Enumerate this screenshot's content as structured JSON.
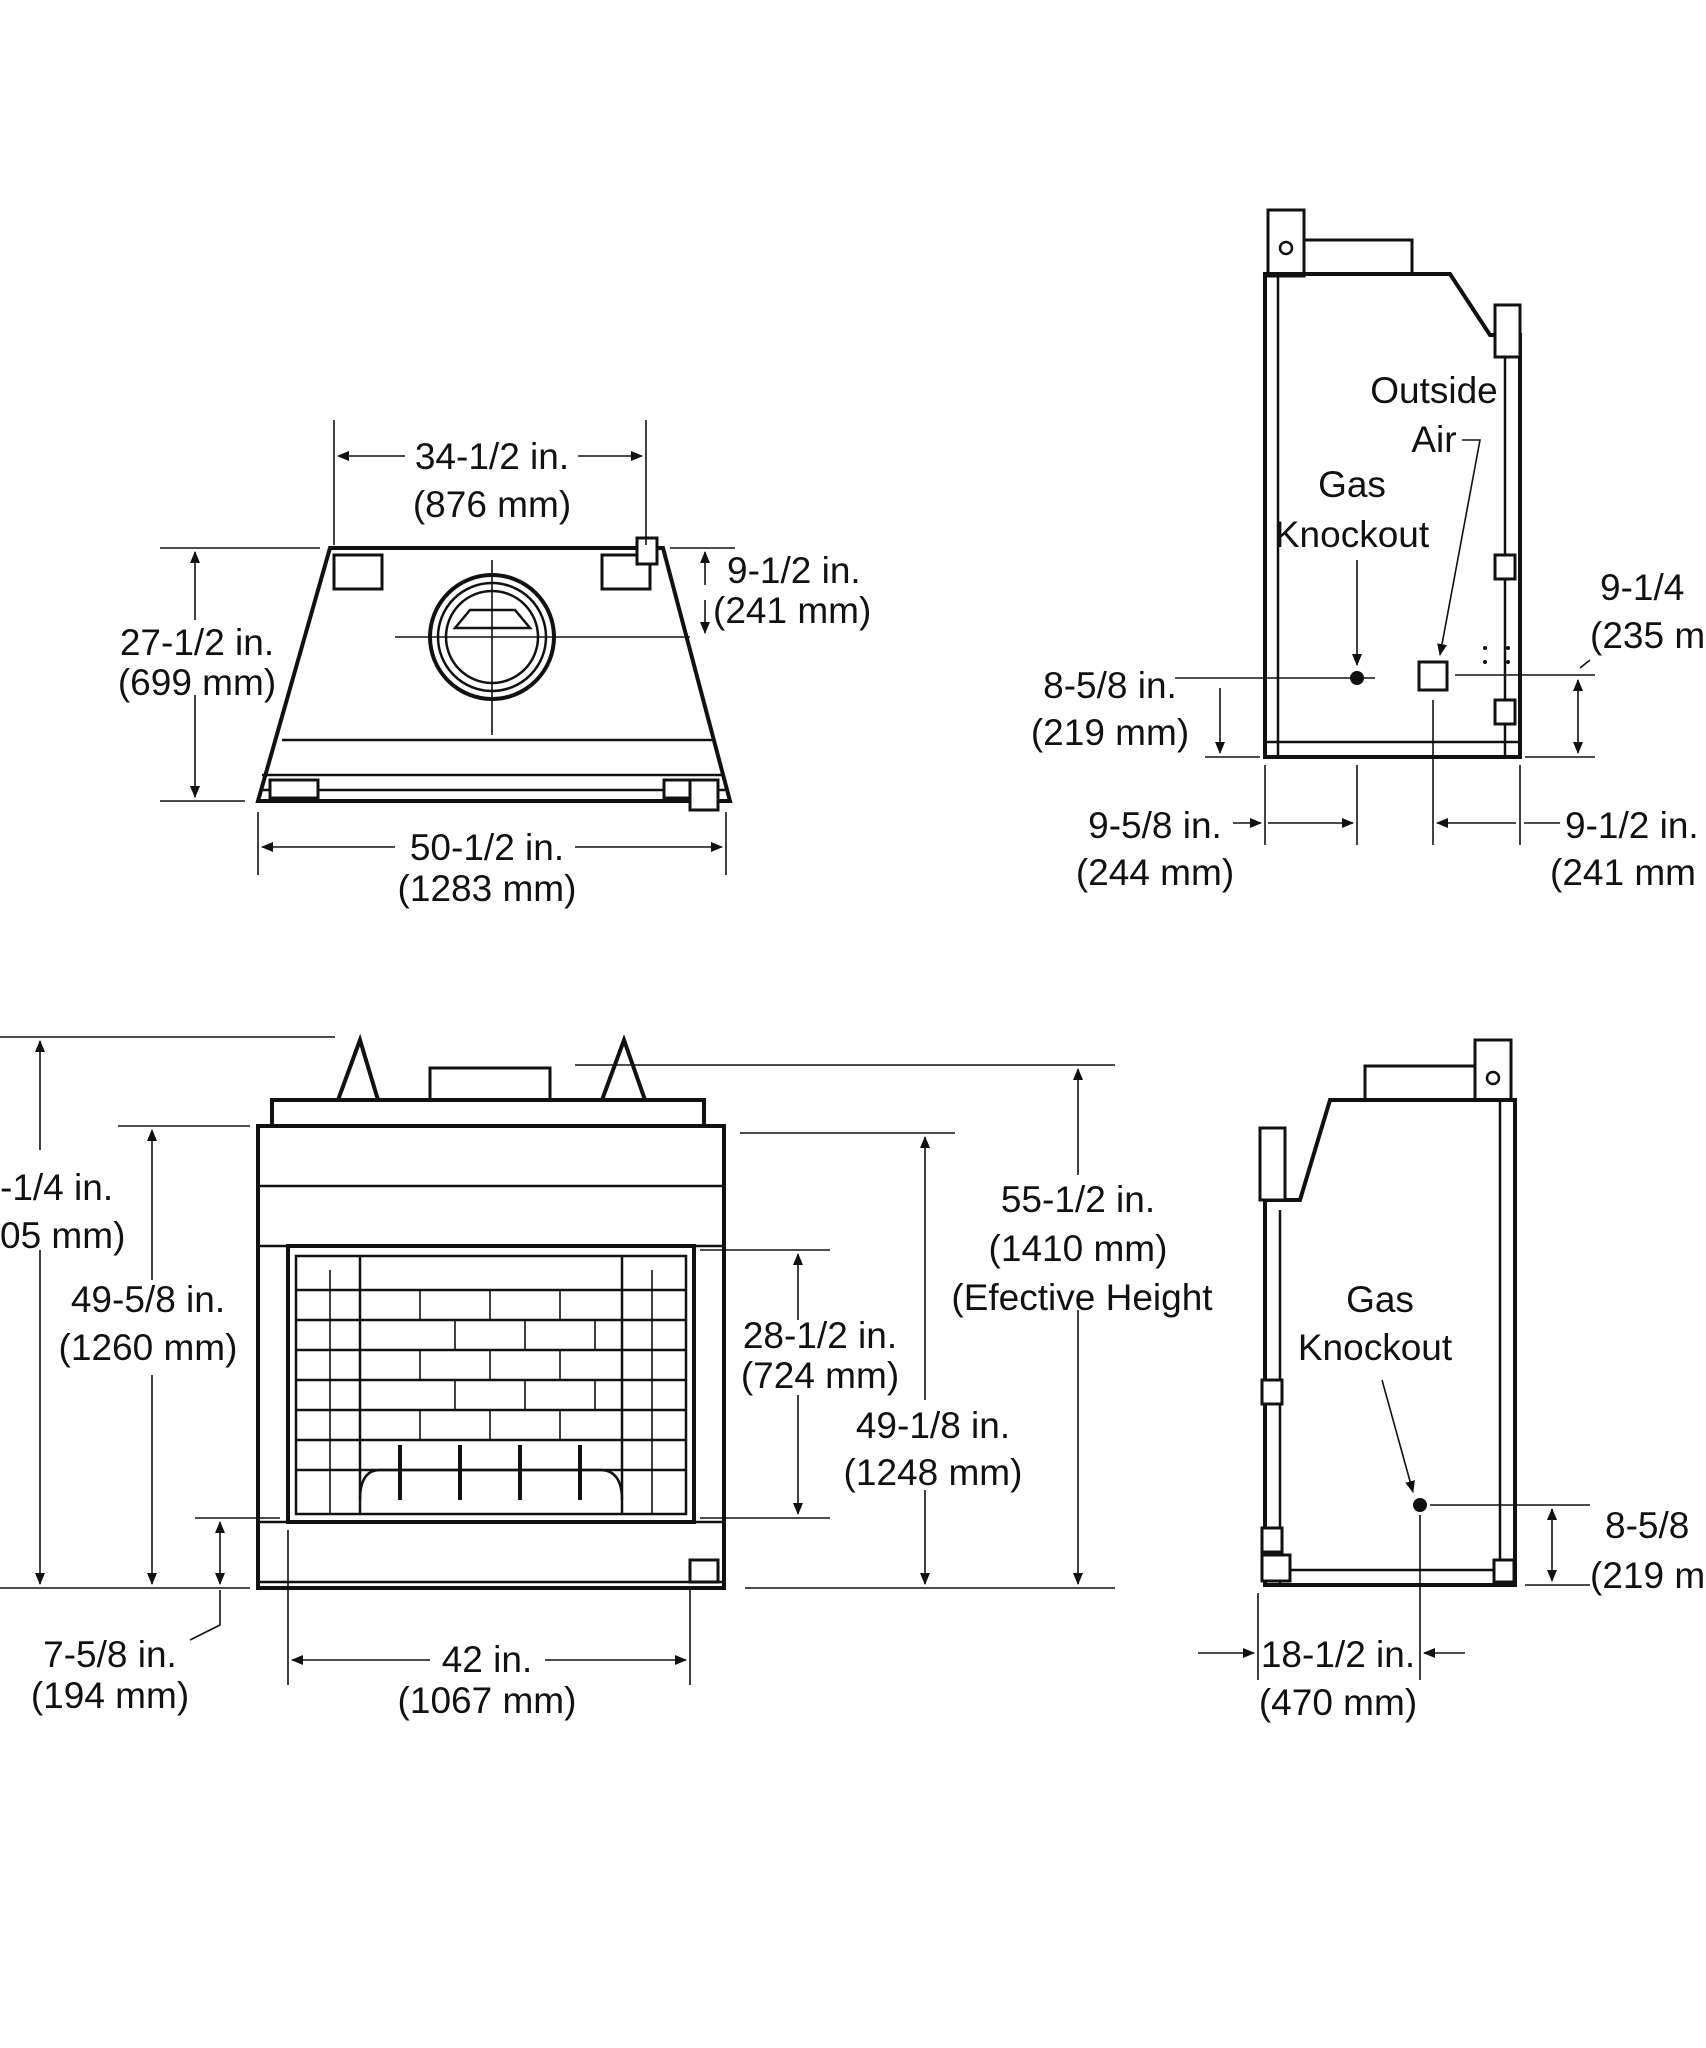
{
  "top_view": {
    "width_top": {
      "imperial": "34-1/2 in.",
      "metric": "(876 mm)"
    },
    "depth": {
      "imperial": "27-1/2 in.",
      "metric": "(699 mm)"
    },
    "flue_offset": {
      "imperial": "9-1/2 in.",
      "metric": "(241 mm)"
    },
    "width_bottom": {
      "imperial": "50-1/2 in.",
      "metric": "(1283 mm)"
    }
  },
  "right_side_view": {
    "outside_air_label_1": "Outside",
    "outside_air_label_2": "Air",
    "gas_label_1": "Gas",
    "gas_label_2": "Knockout",
    "gas_height": {
      "imperial": "8-5/8 in.",
      "metric": "(219 mm)"
    },
    "air_height": {
      "imperial": "9-1/4",
      "metric": "(235 m"
    },
    "gas_from_back": {
      "imperial": "9-5/8 in.",
      "metric": "(244 mm)"
    },
    "air_from_front": {
      "imperial": "9-1/2 in.",
      "metric": "(241 mm"
    }
  },
  "front_view": {
    "overall_height": {
      "imperial": "-1/4 in.",
      "metric": "05 mm)"
    },
    "body_height": {
      "imperial": "49-5/8 in.",
      "metric": "(1260 mm)"
    },
    "opening_height": {
      "imperial": "28-1/2 in.",
      "metric": "(724 mm)"
    },
    "interior_height": {
      "imperial": "49-1/8 in.",
      "metric": "(1248 mm)"
    },
    "effective_height": {
      "imperial": "55-1/2 in.",
      "metric": "(1410 mm)",
      "note": "(Efective Height"
    },
    "base_height": {
      "imperial": "7-5/8 in.",
      "metric": "(194 mm)"
    },
    "opening_width": {
      "imperial": "42 in.",
      "metric": "(1067 mm)"
    }
  },
  "left_side_view": {
    "gas_label_1": "Gas",
    "gas_label_2": "Knockout",
    "gas_height": {
      "imperial": "8-5/8",
      "metric": "(219 m"
    },
    "depth": {
      "imperial": "18-1/2 in.",
      "metric": "(470 mm)"
    }
  }
}
